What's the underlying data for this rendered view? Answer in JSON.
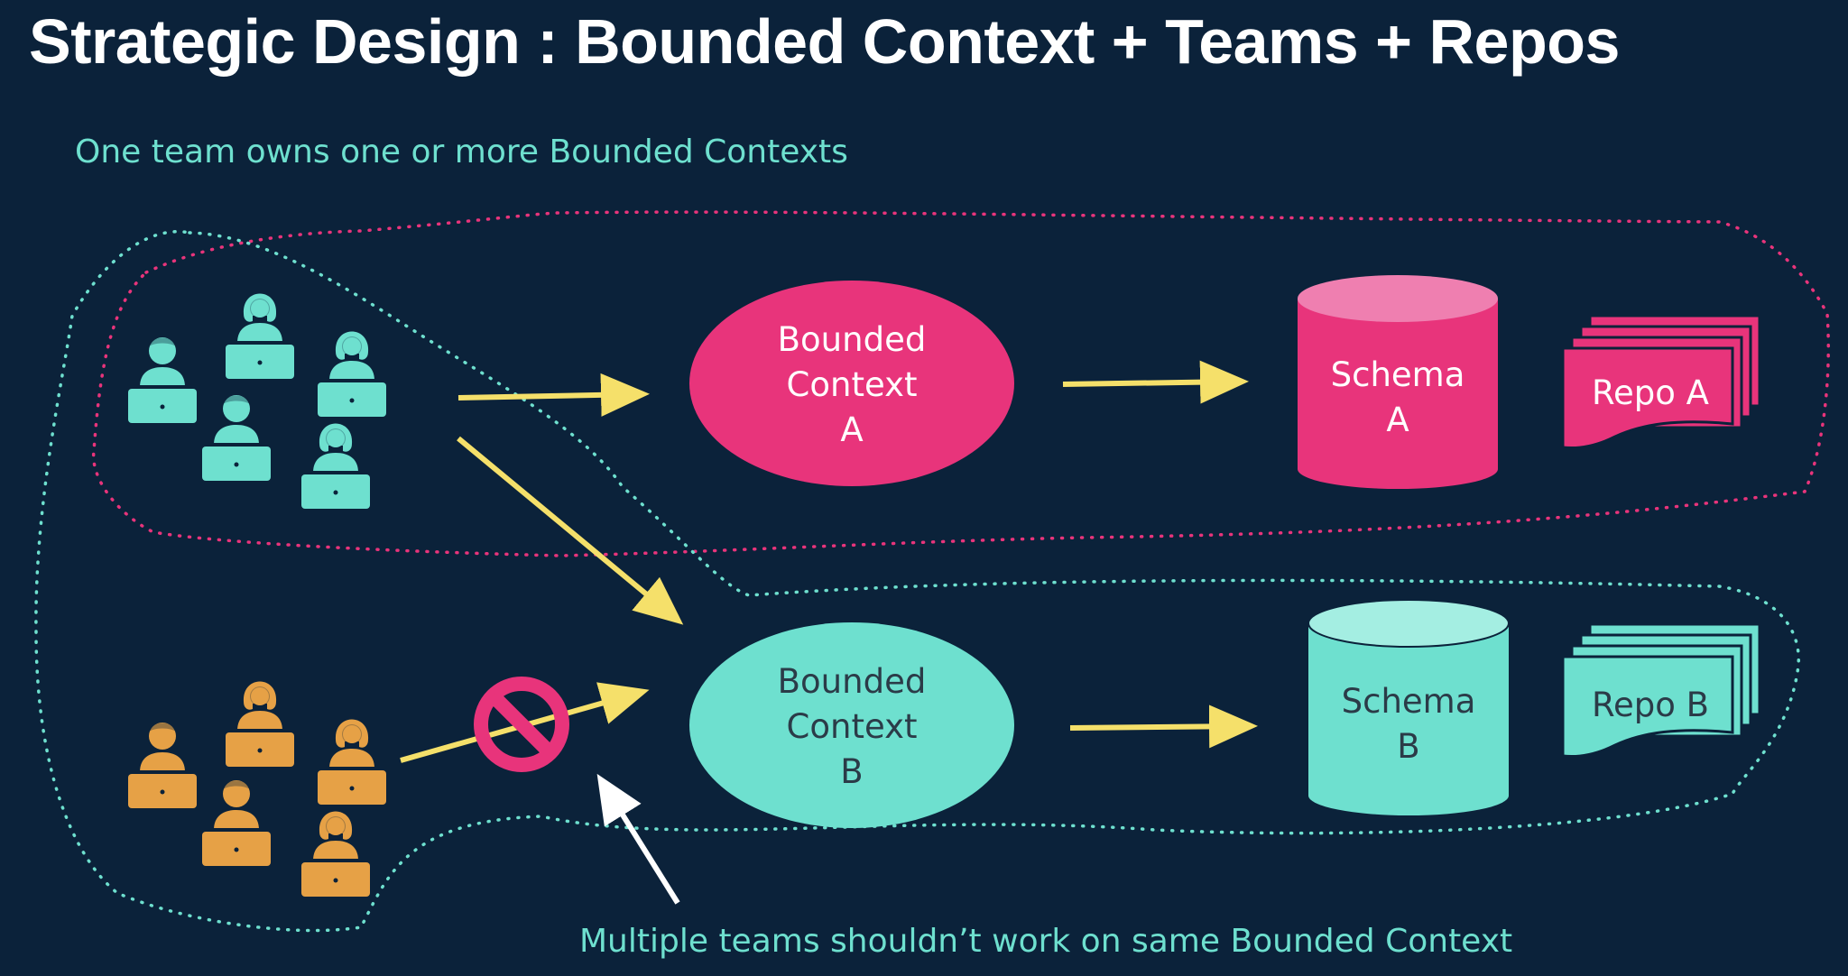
{
  "title": "Strategic Design : Bounded Context + Teams + Repos",
  "subtitle": "One team owns one or more Bounded Contexts",
  "footer": "Multiple teams shouldn’t work on same Bounded Context",
  "contexts": {
    "a": {
      "line1": "Bounded",
      "line2": "Context",
      "line3": "A"
    },
    "b": {
      "line1": "Bounded",
      "line2": "Context",
      "line3": "B"
    }
  },
  "schemas": {
    "a": {
      "line1": "Schema",
      "line2": "A"
    },
    "b": {
      "line1": "Schema",
      "line2": "B"
    }
  },
  "repos": {
    "a": {
      "label": "Repo A"
    },
    "b": {
      "label": "Repo B"
    }
  },
  "colors": {
    "background": "#0b223a",
    "pink": "#e8347b",
    "pink_light": "#ef7fb0",
    "teal": "#6ee0cf",
    "teal_light": "#a4eee2",
    "orange": "#e6a146",
    "arrow_yellow": "#f5e06a",
    "white": "#ffffff"
  },
  "icons": {
    "team": "person-with-laptop-icon",
    "forbidden": "no-entry-icon"
  }
}
